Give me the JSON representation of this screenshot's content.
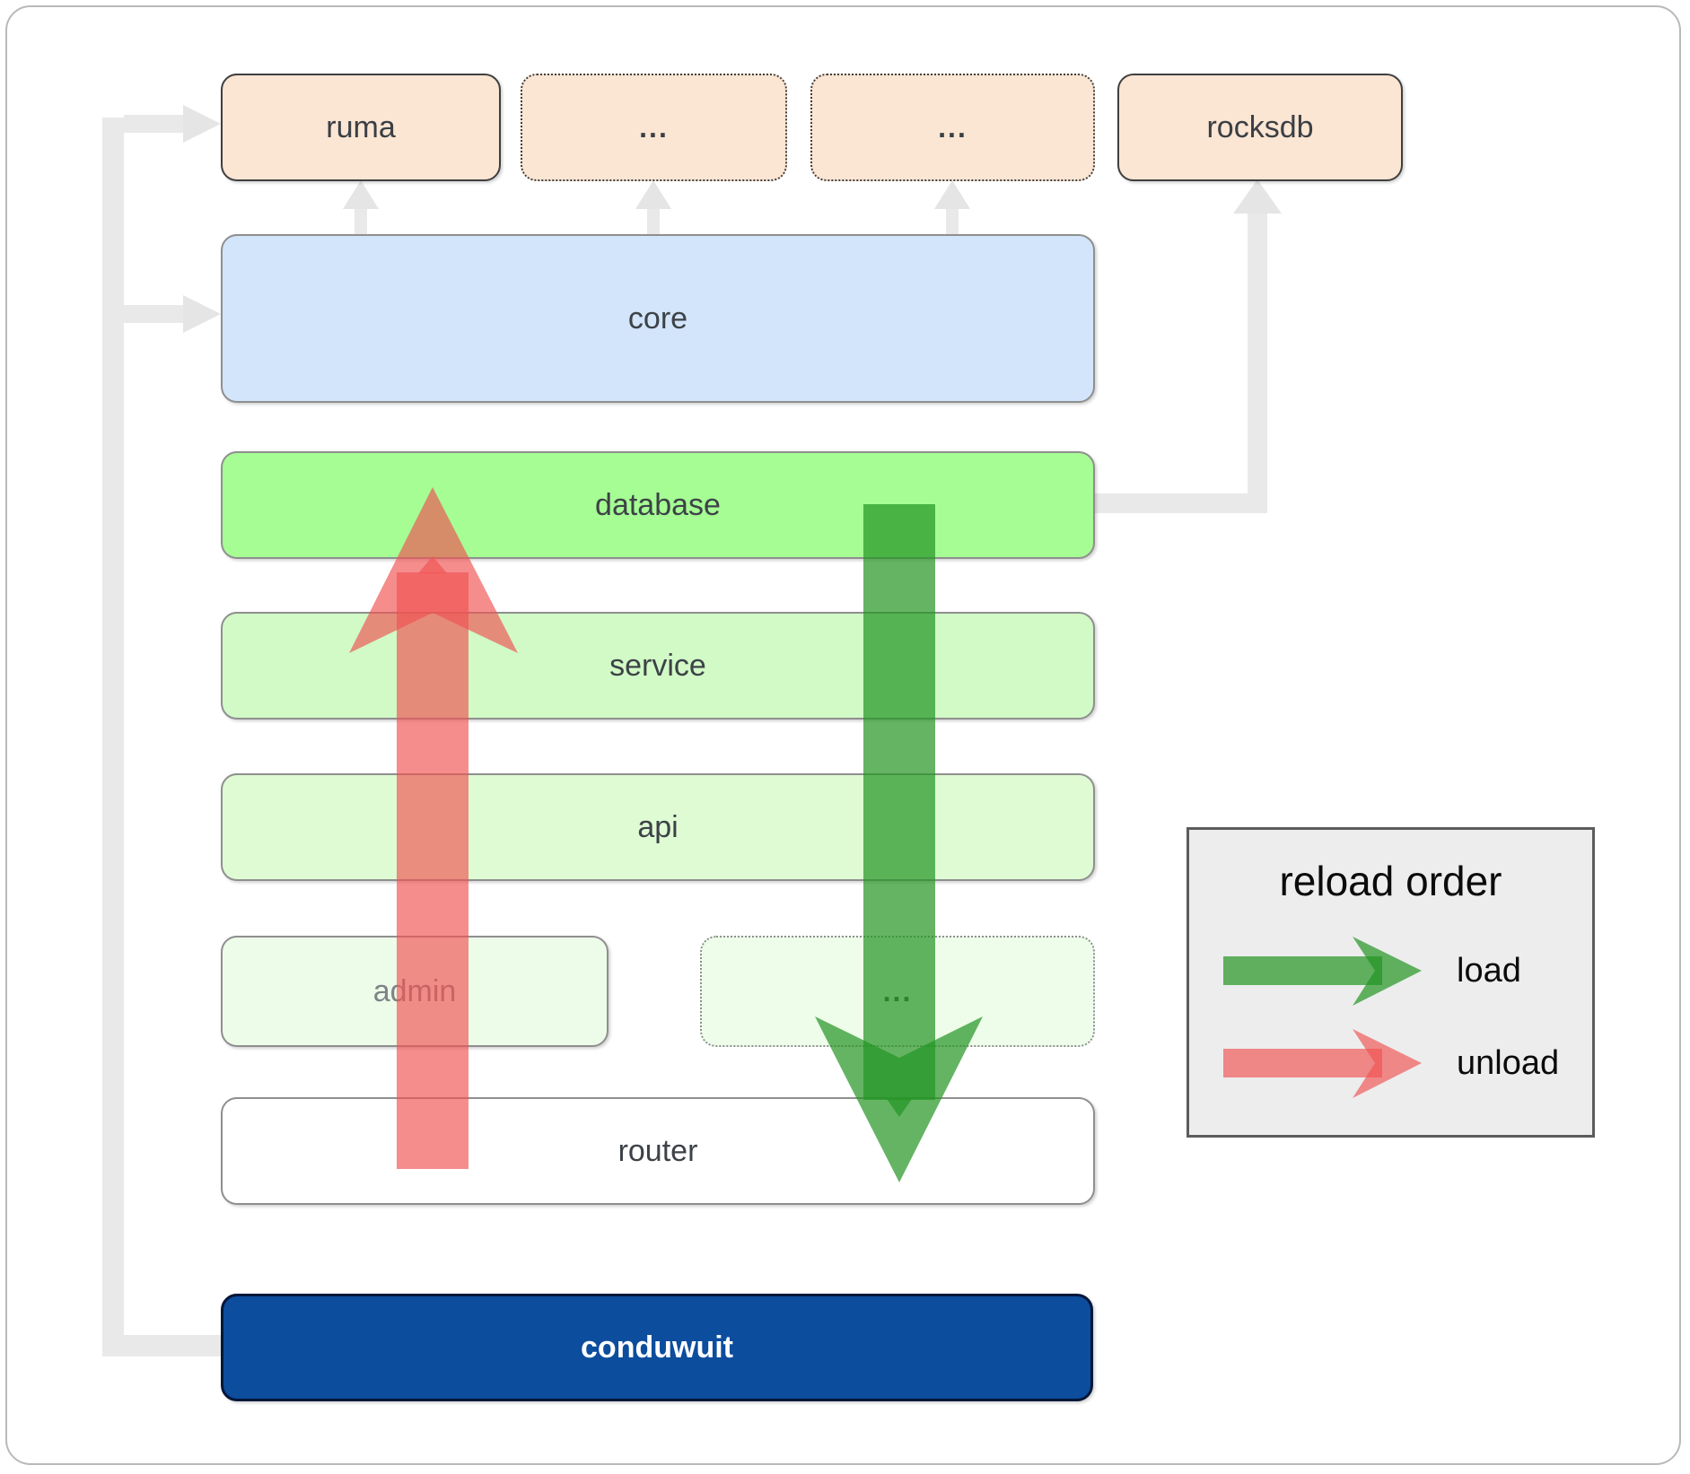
{
  "nodes": {
    "ruma": "ruma",
    "dep_more_1": "...",
    "dep_more_2": "...",
    "rocksdb": "rocksdb",
    "core": "core",
    "database": "database",
    "service": "service",
    "api": "api",
    "admin": "admin",
    "admin_more": "...",
    "router": "router",
    "conduwuit": "conduwuit"
  },
  "legend": {
    "title": "reload order",
    "items": [
      {
        "label": "load",
        "color": "#229422"
      },
      {
        "label": "unload",
        "color": "#f05252"
      }
    ]
  },
  "colors": {
    "peach_fill": "#fbe5d3",
    "core_fill": "#d2e5fa",
    "database_fill": "#a5fd94",
    "service_fill": "#d1fac6",
    "api_fill": "#defbd4",
    "admin_fill": "#edfce9",
    "router_fill": "#ffffff",
    "conduwuit_fill": "#0c4d9d",
    "conduwuit_text": "#ffffff",
    "connector_gray": "#e9e9e9",
    "load_green": "#229422",
    "unload_red": "#f05252",
    "legend_bg": "#ededed"
  }
}
